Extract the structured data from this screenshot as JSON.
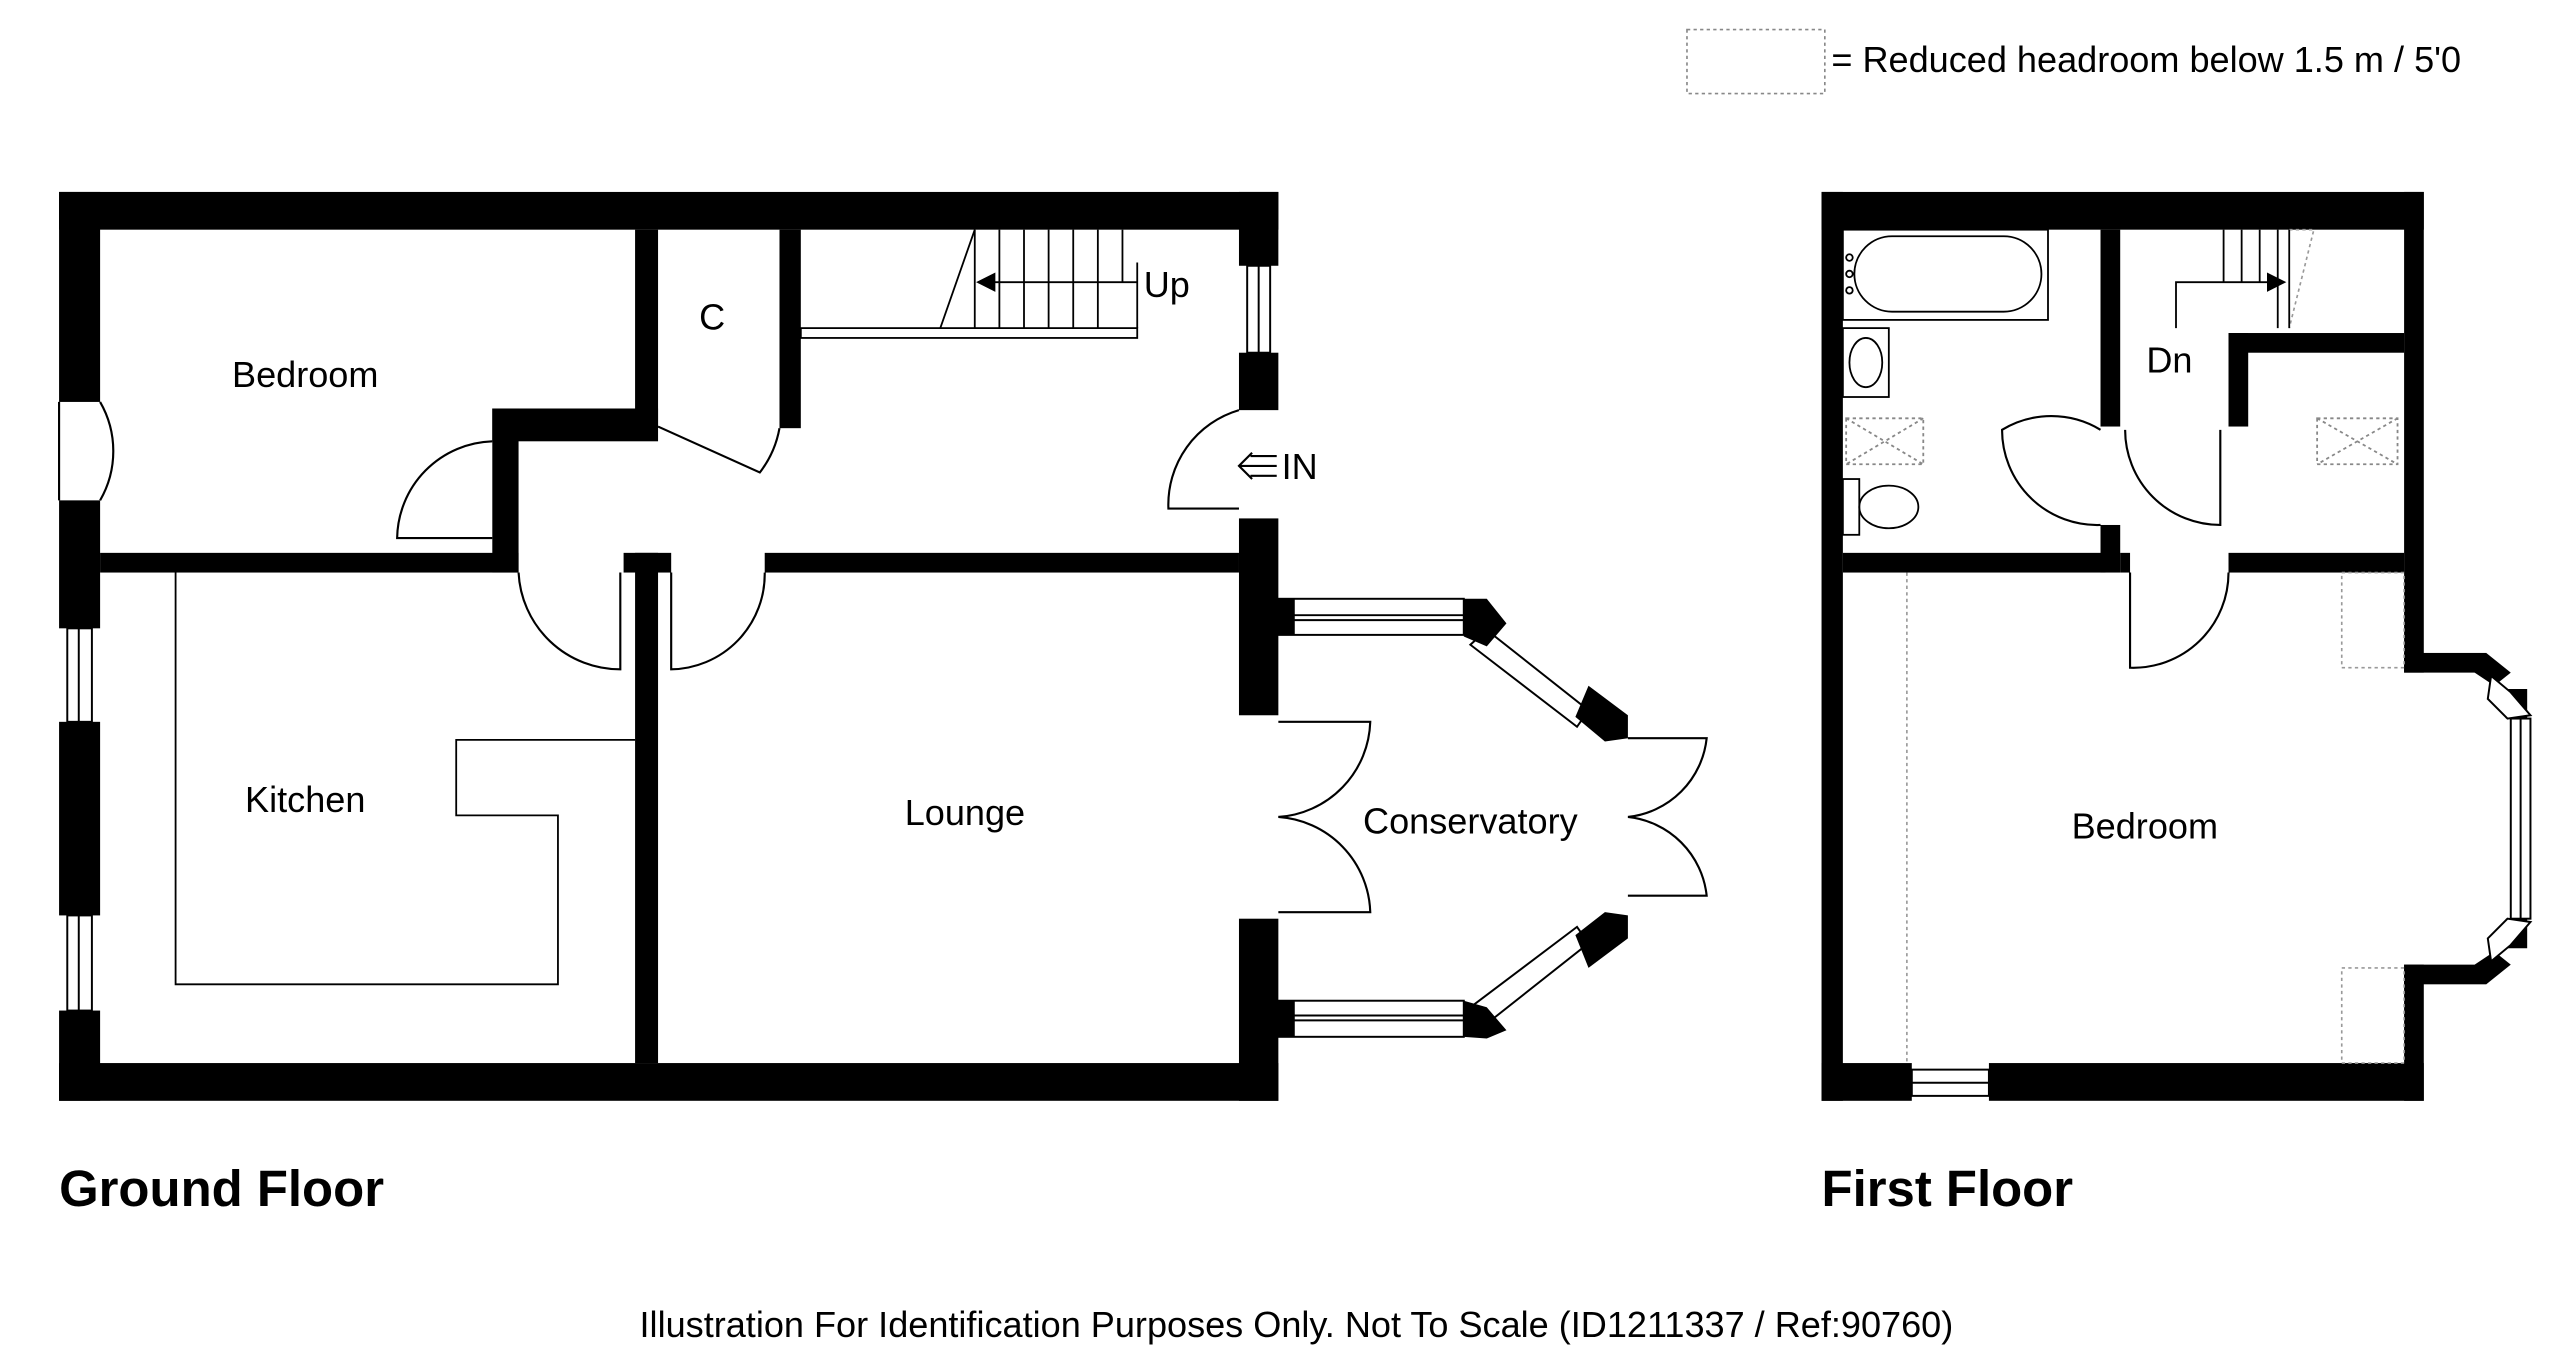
{
  "legend": {
    "text": "=  Reduced headroom below 1.5 m / 5'0"
  },
  "ground_floor": {
    "title": "Ground Floor",
    "rooms": {
      "bedroom": "Bedroom",
      "cupboard": "C",
      "stairs": "Up",
      "entrance": "IN",
      "kitchen": "Kitchen",
      "lounge": "Lounge",
      "conservatory": "Conservatory"
    }
  },
  "first_floor": {
    "title": "First Floor",
    "rooms": {
      "stairs": "Dn",
      "bedroom": "Bedroom"
    }
  },
  "footer": {
    "text": "Illustration For Identification Purposes Only. Not To Scale (ID1211337 / Ref:90760)"
  }
}
